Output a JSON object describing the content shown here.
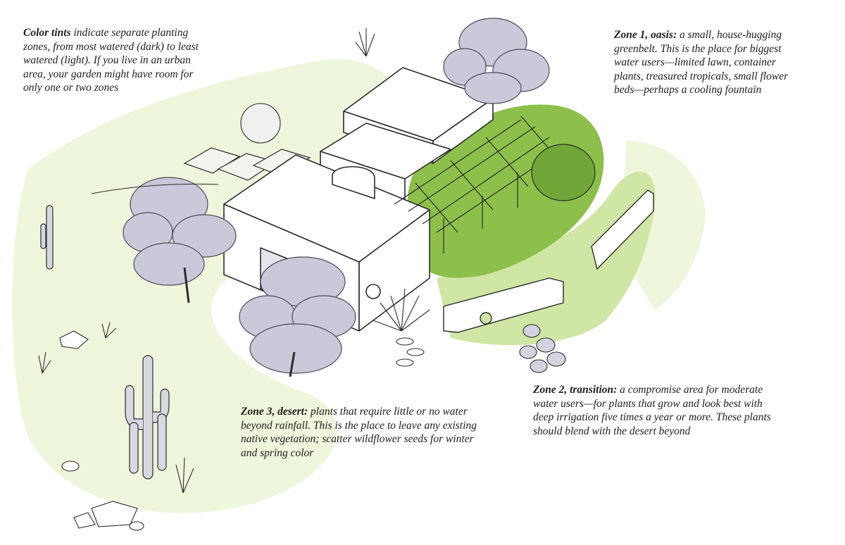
{
  "colors": {
    "zone1_oasis": "#8cc04a",
    "zone2_transition": "#cfe6a4",
    "zone3_desert": "#eef6dc",
    "trees": "#c9c9d9",
    "ink": "#2b2b2b"
  },
  "captions": {
    "intro": {
      "title": "Color tints",
      "body": " indicate separate planting zones, from most watered (dark) to least watered (light). If you live in an urban area, your garden might have room for only one or two zones"
    },
    "zone1": {
      "title": "Zone 1, oasis:",
      "body": " a small, house-hugging greenbelt. This is the place for biggest water users—limited lawn, container plants, treasured tropicals, small flower beds—perhaps a cooling fountain"
    },
    "zone2": {
      "title": "Zone 2, transition:",
      "body": " a compromise area for moderate water users—for plants that grow and look best with deep irrigation five times a year or more. These plants should blend with the desert beyond"
    },
    "zone3": {
      "title": "Zone 3, desert:",
      "body": " plants that require little or no water beyond rainfall. This is the place to leave any existing native vegetation; scatter wildflower seeds for winter and spring color"
    }
  }
}
